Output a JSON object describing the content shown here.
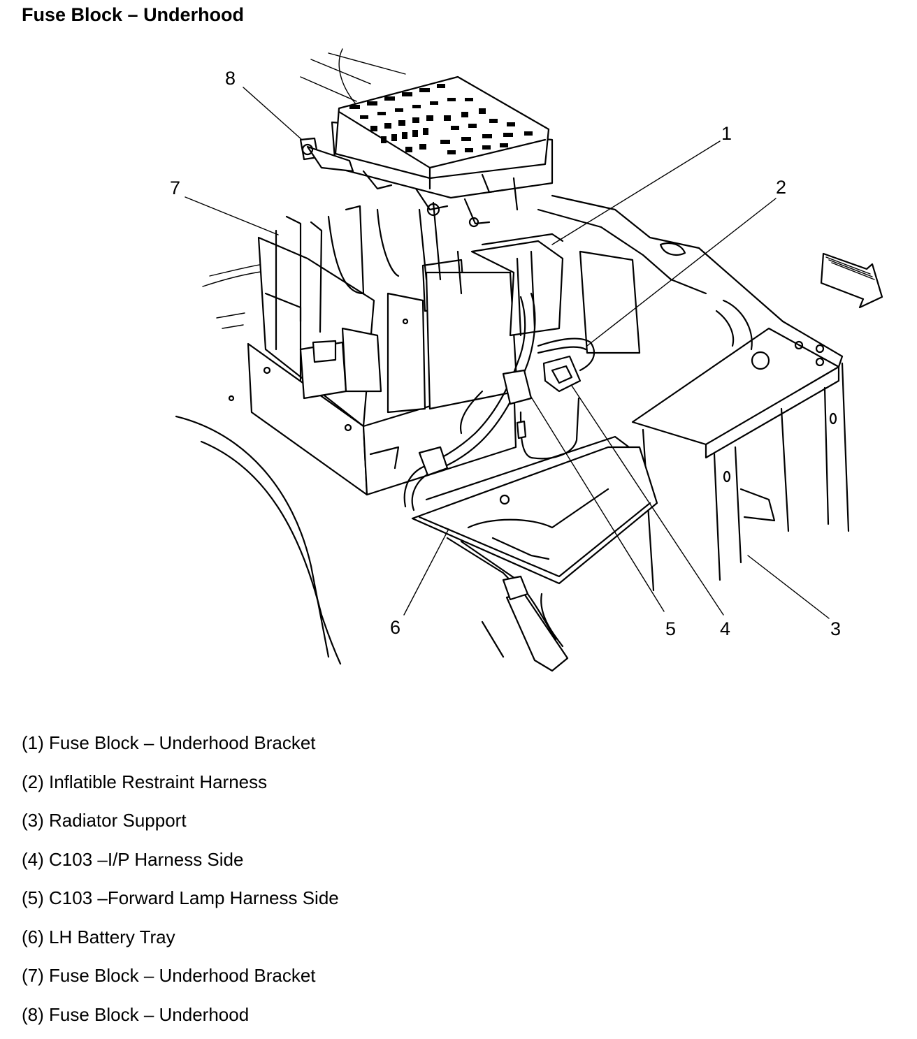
{
  "title": "Fuse Block – Underhood",
  "callouts": [
    "1",
    "2",
    "3",
    "4",
    "5",
    "6",
    "7",
    "8"
  ],
  "legend": [
    "(1) Fuse Block – Underhood Bracket",
    "(2) Inflatible Restraint Harness",
    "(3) Radiator Support",
    "(4) C103 –I/P Harness Side",
    "(5) C103 –Forward Lamp Harness Side",
    "(6) LH Battery Tray",
    "(7) Fuse Block – Underhood Bracket",
    "(8) Fuse Block – Underhood"
  ],
  "icons": {
    "direction_arrow": "forward-arrow-icon"
  }
}
